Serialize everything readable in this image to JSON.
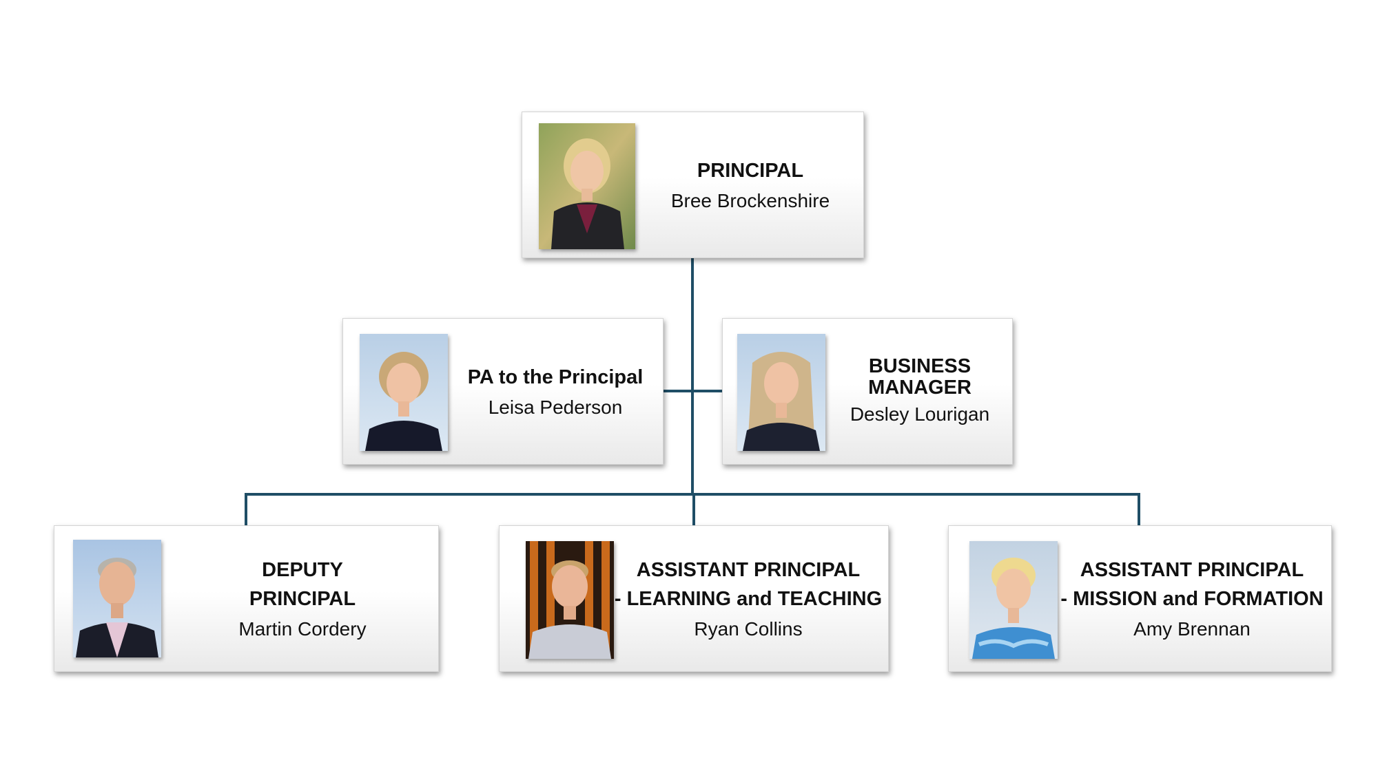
{
  "colors": {
    "connector": "#1f4e66",
    "card_bottom": "#e9e9e9",
    "text": "#111111"
  },
  "nodes": {
    "principal": {
      "role_lines": [
        "PRINCIPAL"
      ],
      "name": "Bree Brockenshire",
      "photo": "portrait-photo"
    },
    "pa": {
      "role_lines": [
        "PA to the Principal"
      ],
      "name": "Leisa Pederson",
      "photo": "portrait-photo"
    },
    "business": {
      "role_lines": [
        "BUSINESS",
        "MANAGER"
      ],
      "name": "Desley Lourigan",
      "photo": "portrait-photo"
    },
    "deputy": {
      "role_lines": [
        "DEPUTY",
        "PRINCIPAL"
      ],
      "name": "Martin Cordery",
      "photo": "portrait-photo"
    },
    "ap_learning": {
      "role_lines": [
        "ASSISTANT PRINCIPAL",
        "- LEARNING and TEACHING"
      ],
      "name": "Ryan Collins",
      "photo": "portrait-photo"
    },
    "ap_mission": {
      "role_lines": [
        "ASSISTANT PRINCIPAL",
        "- MISSION and FORMATION"
      ],
      "name": "Amy Brennan",
      "photo": "portrait-photo"
    }
  }
}
